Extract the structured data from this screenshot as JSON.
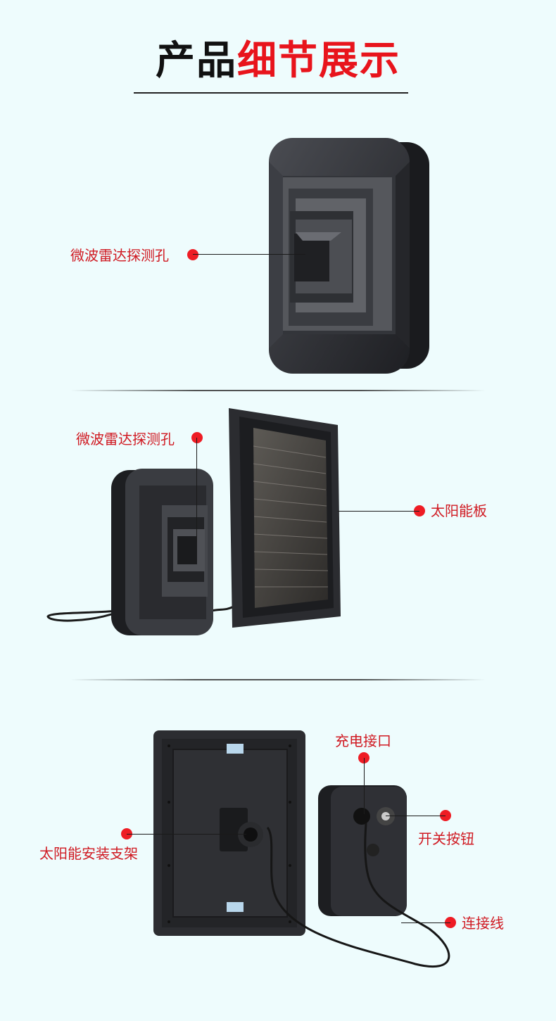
{
  "title": {
    "part1": "产品",
    "part2": "细节展示"
  },
  "section1": {
    "radar_label": "微波雷达探测孔"
  },
  "section2": {
    "radar_label": "微波雷达探测孔",
    "panel_label": "太阳能板"
  },
  "section3": {
    "charge_label": "充电接口",
    "switch_label": "开关按钮",
    "bracket_label": "太阳能安装支架",
    "cable_label": "连接线"
  },
  "colors": {
    "accent": "#e8141c",
    "label": "#d01a22",
    "background": "#eefcfd",
    "device": "#2b2d31"
  }
}
